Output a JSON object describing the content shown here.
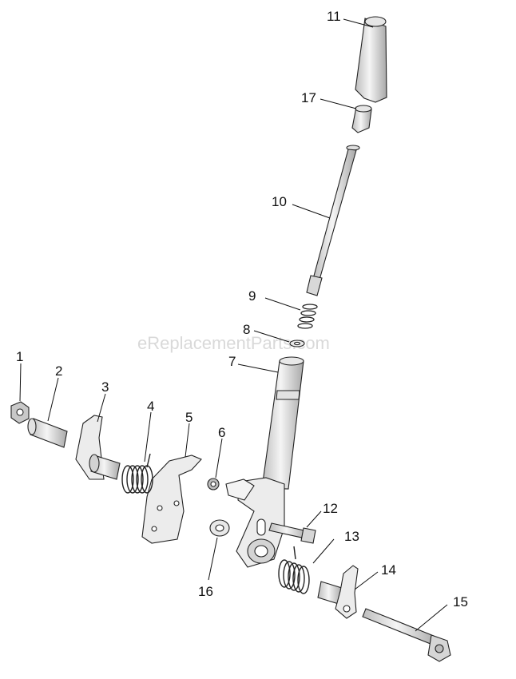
{
  "watermark": "eReplacementParts.com",
  "colors": {
    "part_fill": "#f2f2f2",
    "part_shade": "#cfcfcf",
    "outline": "#222222"
  },
  "labels": {
    "p1": "1",
    "p2": "2",
    "p3": "3",
    "p4": "4",
    "p5": "5",
    "p6": "6",
    "p7": "7",
    "p8": "8",
    "p9": "9",
    "p10": "10",
    "p11": "11",
    "p12": "12",
    "p13": "13",
    "p14": "14",
    "p15": "15",
    "p16": "16",
    "p17": "17"
  }
}
